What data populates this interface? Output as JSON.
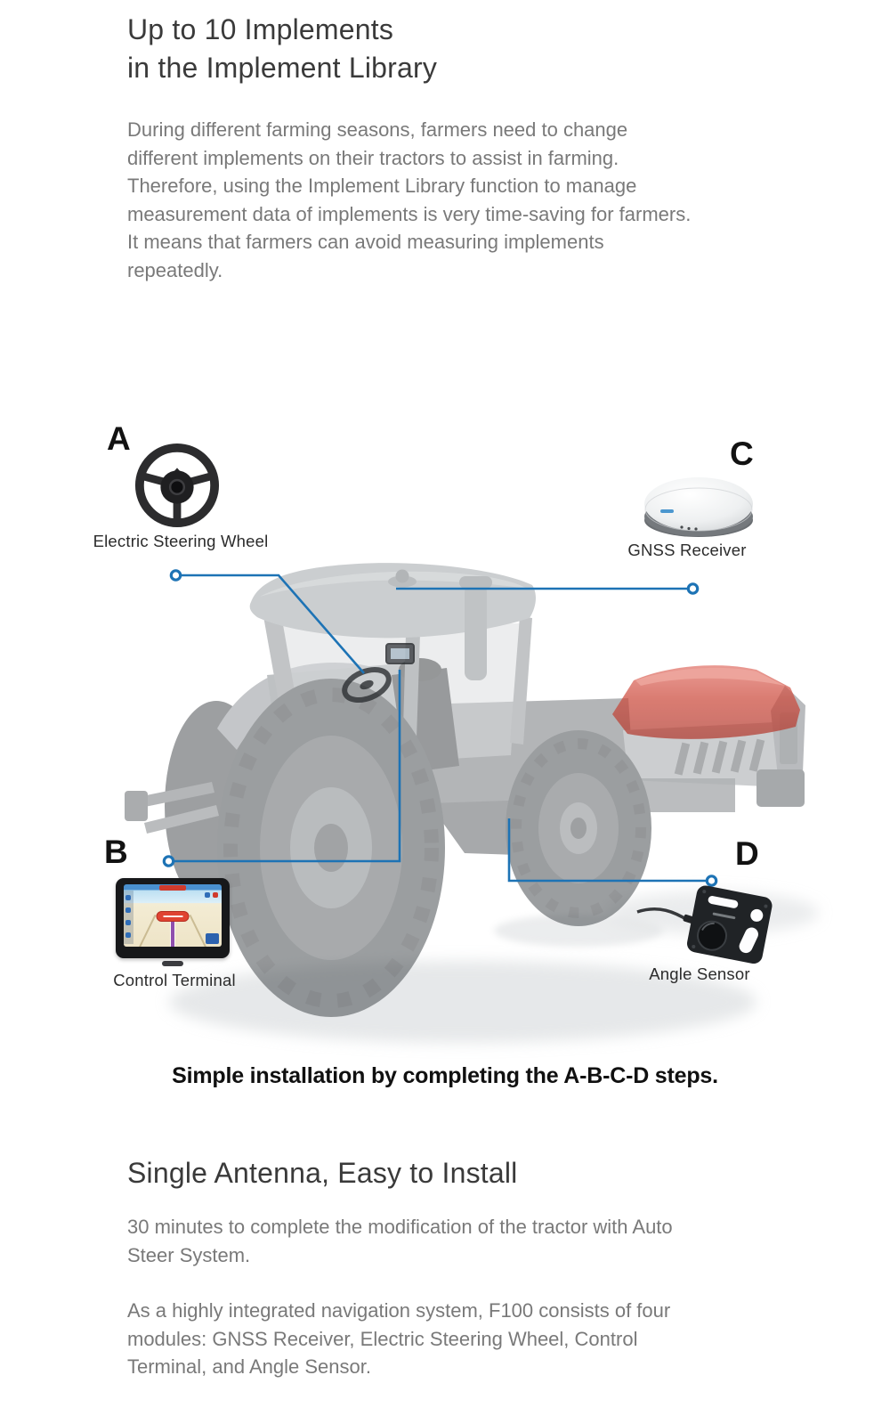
{
  "page": {
    "background": "#ffffff",
    "accent_blue": "#1d73b5"
  },
  "intro": {
    "title": "Up to 10 Implements\nin the Implement Library",
    "body": "During different farming seasons, farmers need to change\ndifferent implements on their tractors to assist in farming.\nTherefore, using the Implement Library function to manage\nmeasurement data of implements is very time-saving for farmers.\nIt means that farmers can avoid measuring implements\nrepeatedly."
  },
  "diagram": {
    "steps_caption": "Simple installation by completing the A-B-C-D steps.",
    "components": [
      {
        "key": "A",
        "label": "Electric Steering Wheel",
        "icon": "steering-wheel-icon"
      },
      {
        "key": "B",
        "label": "Control Terminal",
        "icon": "control-terminal-icon"
      },
      {
        "key": "C",
        "label": "GNSS Receiver",
        "icon": "gnss-receiver-icon"
      },
      {
        "key": "D",
        "label": "Angle Sensor",
        "icon": "angle-sensor-icon"
      }
    ]
  },
  "install": {
    "title": "Single Antenna, Easy to Install",
    "body1": "30 minutes to complete the modification of the tractor with Auto\nSteer System.",
    "body2": "As a highly integrated navigation system, F100 consists of four\nmodules: GNSS Receiver, Electric Steering Wheel, Control\nTerminal, and Angle Sensor."
  }
}
